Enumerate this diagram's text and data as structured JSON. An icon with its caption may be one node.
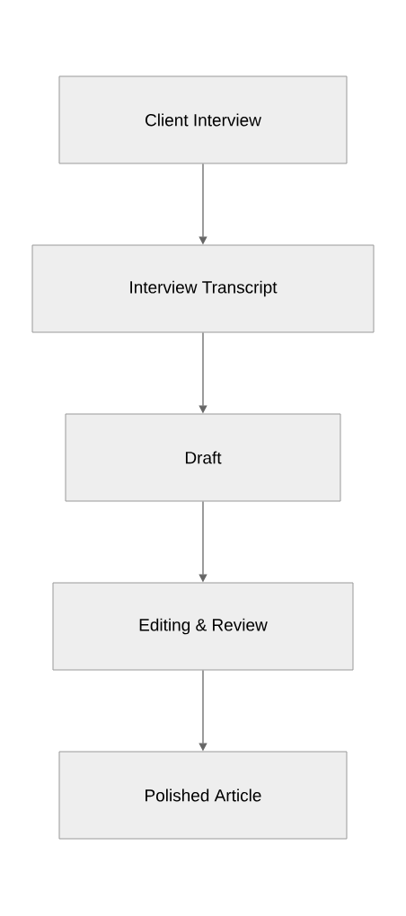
{
  "diagram": {
    "nodes": [
      {
        "text": [
          "Client Interview"
        ]
      },
      {
        "text": [
          "Interview Transcript"
        ]
      },
      {
        "text": [
          "Draft"
        ]
      },
      {
        "text": [
          "Editing & Review"
        ]
      },
      {
        "text": [
          "Polished Article"
        ]
      }
    ],
    "edges": [
      {
        "from": 0,
        "to": 1,
        "arrow": "to"
      },
      {
        "from": 1,
        "to": 2,
        "arrow": "to"
      },
      {
        "from": 2,
        "to": 3,
        "arrow": "to"
      },
      {
        "from": 3,
        "to": 4,
        "arrow": "to"
      }
    ]
  }
}
